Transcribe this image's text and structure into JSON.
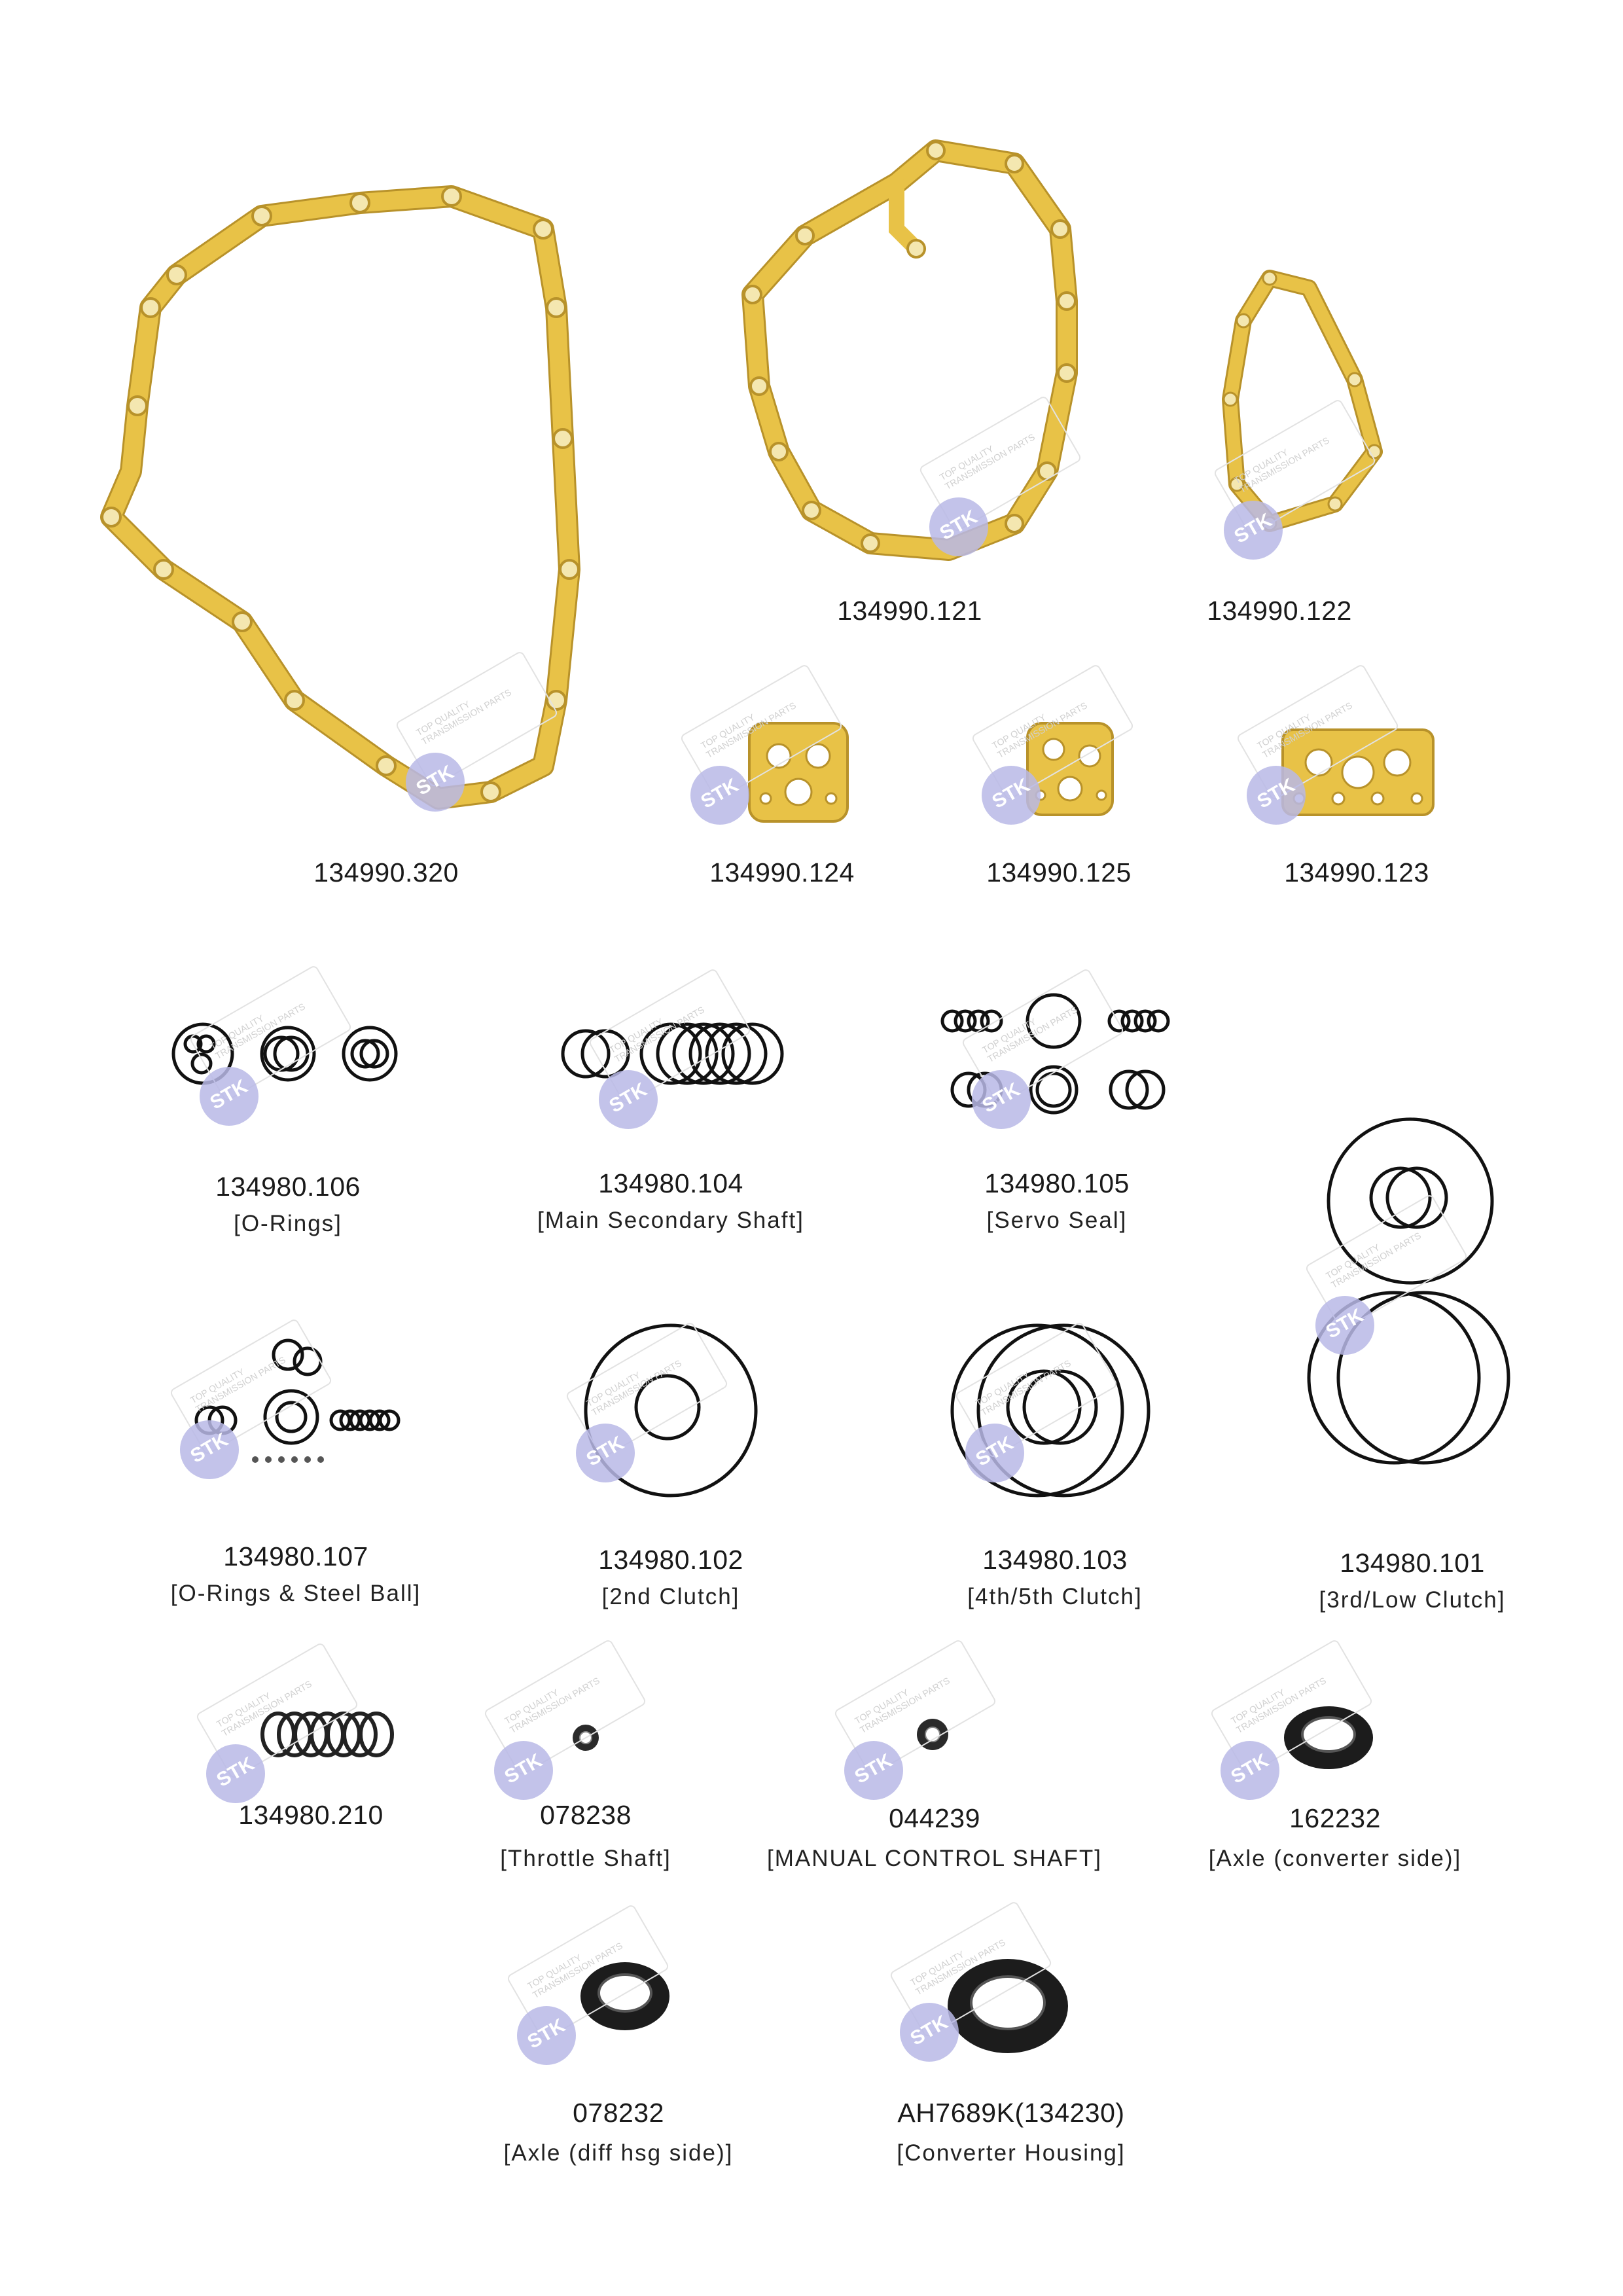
{
  "watermark": {
    "logo": "STK",
    "tagline_1": "TOP QUALITY",
    "tagline_2": "TRANSMISSION PARTS",
    "color": "#b9b9e6"
  },
  "colors": {
    "gasket": "#e8c247",
    "gasket_edge": "#b8922a",
    "ring": "#111111",
    "seal": "#1c1c1c"
  },
  "items": [
    {
      "id": "g320",
      "code": "134990.320",
      "desc": "",
      "icon": "gasket-cover-icon"
    },
    {
      "id": "g121",
      "code": "134990.121",
      "desc": "",
      "icon": "gasket-case-icon"
    },
    {
      "id": "g122",
      "code": "134990.122",
      "desc": "",
      "icon": "gasket-small-icon"
    },
    {
      "id": "g124",
      "code": "134990.124",
      "desc": "",
      "icon": "gasket-plate-icon"
    },
    {
      "id": "g125",
      "code": "134990.125",
      "desc": "",
      "icon": "gasket-plate-icon"
    },
    {
      "id": "g123",
      "code": "134990.123",
      "desc": "",
      "icon": "gasket-plate-icon"
    },
    {
      "id": "o106",
      "code": "134980.106",
      "desc": "[O-Rings]",
      "icon": "o-ring-set-icon"
    },
    {
      "id": "o104",
      "code": "134980.104",
      "desc": "[Main Secondary Shaft]",
      "icon": "o-ring-set-icon"
    },
    {
      "id": "o105",
      "code": "134980.105",
      "desc": "[Servo Seal]",
      "icon": "o-ring-set-icon"
    },
    {
      "id": "o107",
      "code": "134980.107",
      "desc": "[O-Rings & Steel Ball]",
      "icon": "o-ring-set-icon"
    },
    {
      "id": "o102",
      "code": "134980.102",
      "desc": "[2nd  Clutch]",
      "icon": "o-ring-set-icon"
    },
    {
      "id": "o103",
      "code": "134980.103",
      "desc": "[4th/5th Clutch]",
      "icon": "o-ring-set-icon"
    },
    {
      "id": "o101",
      "code": "134980.101",
      "desc": "[3rd/Low Clutch]",
      "icon": "o-ring-set-icon"
    },
    {
      "id": "o210",
      "code": "134980.210",
      "desc": "",
      "icon": "seal-ring-set-icon"
    },
    {
      "id": "s238",
      "code": "078238",
      "desc": "[Throttle Shaft]",
      "icon": "oil-seal-icon"
    },
    {
      "id": "s239",
      "code": "044239",
      "desc": "[MANUAL CONTROL SHAFT]",
      "icon": "oil-seal-icon"
    },
    {
      "id": "s2232",
      "code": "162232",
      "desc": "[Axle (converter side)]",
      "icon": "oil-seal-icon"
    },
    {
      "id": "s8232",
      "code": "078232",
      "desc": "[Axle (diff hsg side)]",
      "icon": "oil-seal-icon"
    },
    {
      "id": "sah",
      "code": "AH7689K(134230)",
      "desc": "[Converter Housing]",
      "icon": "oil-seal-icon"
    }
  ]
}
